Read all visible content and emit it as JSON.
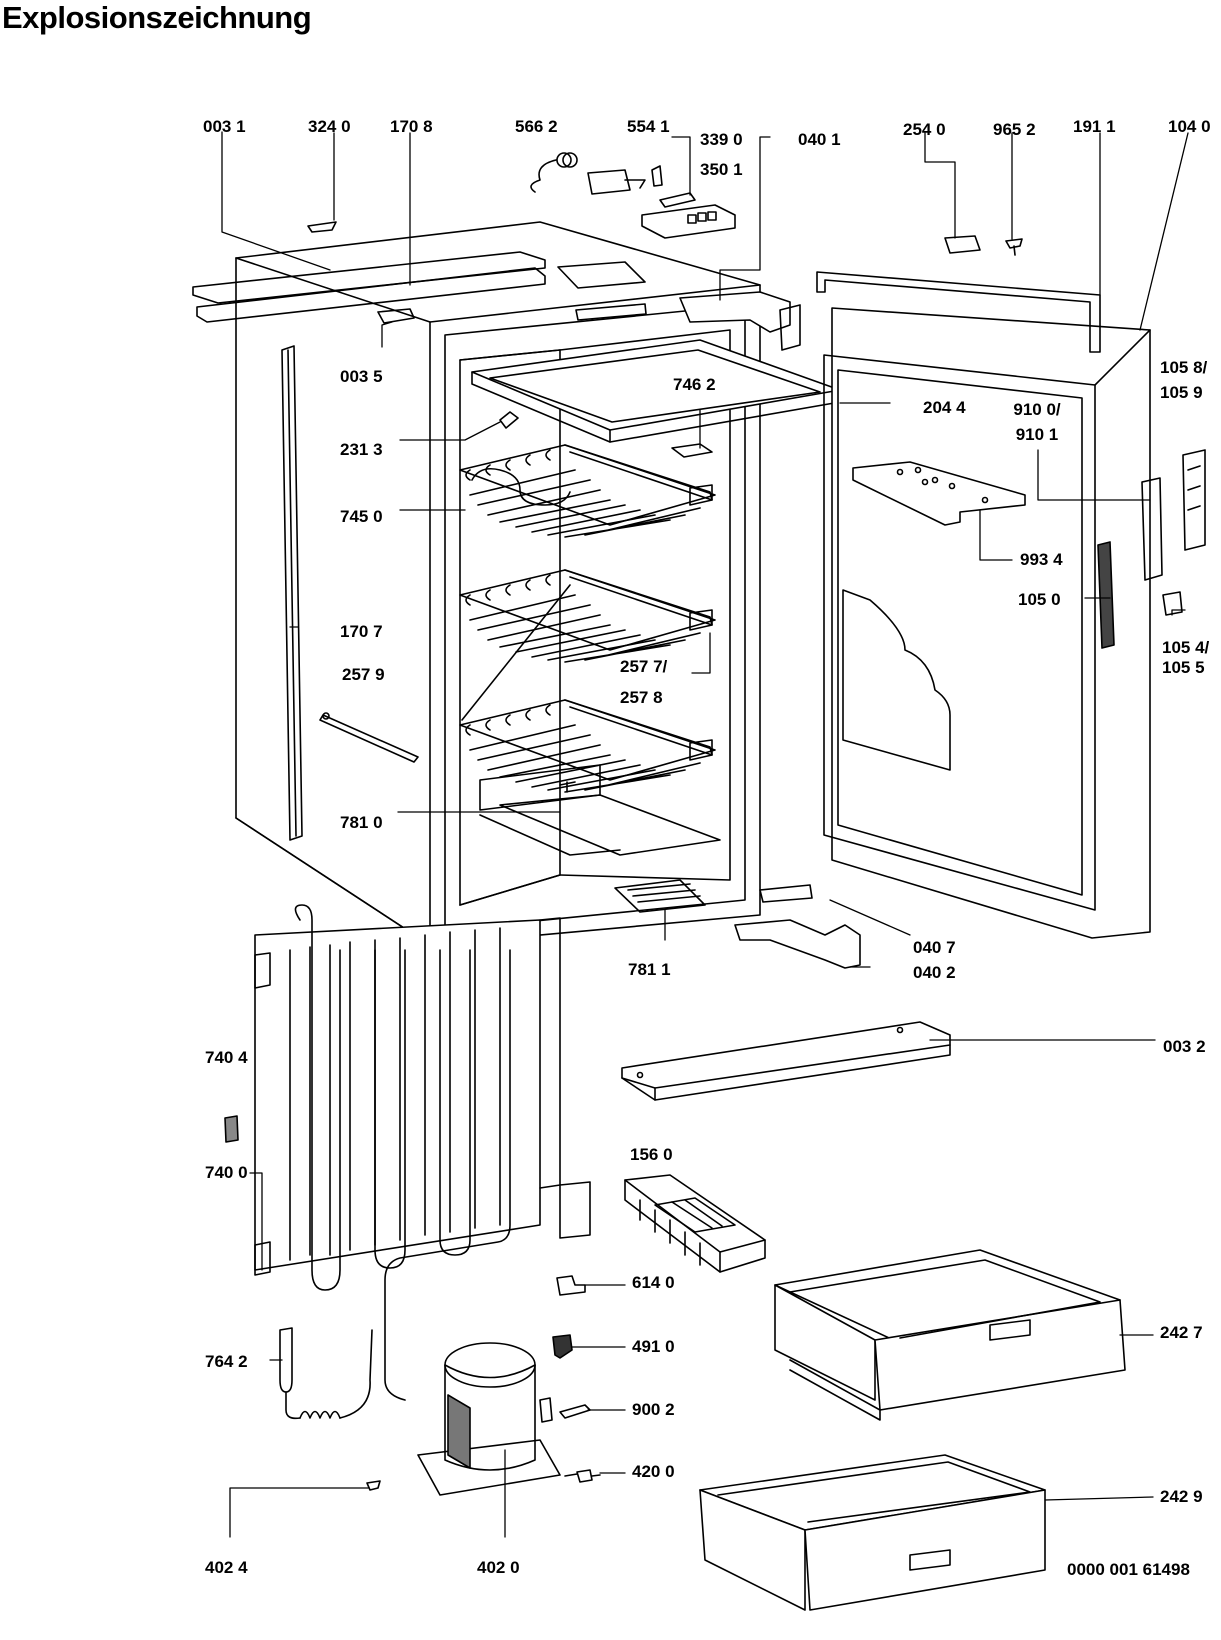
{
  "title": "Explosionszeichnung",
  "figure_id": "0000 001 61498",
  "labels": {
    "l0031": "003 1",
    "l3240": "324 0",
    "l1708": "170 8",
    "l5662": "566 2",
    "l5541": "554 1",
    "l3390": "339 0",
    "l3501": "350 1",
    "l0401": "040 1",
    "l2540": "254 0",
    "l9652": "965 2",
    "l1911": "191 1",
    "l1040": "104 0",
    "l0035": "003 5",
    "l7462": "746 2",
    "l2044": "204 4",
    "l9100": "910 0/",
    "l9101": "910 1",
    "l1058": "105 8/",
    "l1059": "105 9",
    "l2313": "231 3",
    "l7450": "745 0",
    "l9934": "993 4",
    "l1050": "105 0",
    "l1054": "105 4/",
    "l1055": "105 5",
    "l1707": "170 7",
    "l2579": "257 9",
    "l2577": "257 7/",
    "l2578": "257 8",
    "l7810": "781 0",
    "l7811": "781 1",
    "l0407": "040 7",
    "l0402": "040 2",
    "l0032": "003 2",
    "l7404": "740 4",
    "l7400": "740 0",
    "l1560": "156 0",
    "l6140": "614 0",
    "l4910": "491 0",
    "l9002": "900 2",
    "l4200": "420 0",
    "l2427": "242 7",
    "l2429": "242 9",
    "l7642": "764 2",
    "l4024": "402 4",
    "l4020": "402 0"
  }
}
